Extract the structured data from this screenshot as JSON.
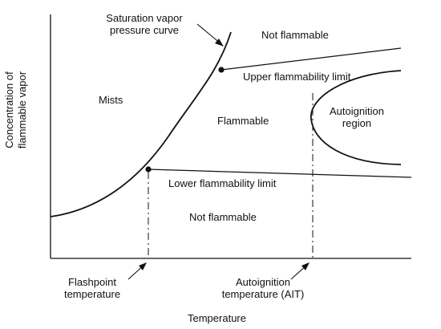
{
  "diagram": {
    "axes": {
      "x_label": "Temperature",
      "y_label_line1": "Concentration of",
      "y_label_line2": "flammable vapor"
    },
    "curves": {
      "saturation_line1": "Saturation vapor",
      "saturation_line2": "pressure curve",
      "upper_limit": "Upper flammability limit",
      "lower_limit": "Lower flammability limit"
    },
    "regions": {
      "mists": "Mists",
      "flammable": "Flammable",
      "not_flammable_top": "Not flammable",
      "not_flammable_bottom": "Not flammable",
      "autoignition_line1": "Autoignition",
      "autoignition_line2": "region"
    },
    "markers": {
      "flashpoint_line1": "Flashpoint",
      "flashpoint_line2": "temperature",
      "ait_line1": "Autoignition",
      "ait_line2": "temperature (AIT)"
    },
    "colors": {
      "line": "#111111",
      "background": "#ffffff"
    }
  }
}
